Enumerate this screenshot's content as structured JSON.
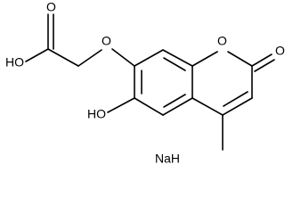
{
  "molecule": {
    "atoms": {
      "carboxyl_hydroxyl": "HO",
      "carbonyl_oxygen": "O",
      "ether_oxygen": "O",
      "ring_oxygen": "O",
      "lactone_carbonyl_oxygen": "O",
      "phenol_hydroxyl": "HO"
    },
    "counterion": "NaH"
  }
}
